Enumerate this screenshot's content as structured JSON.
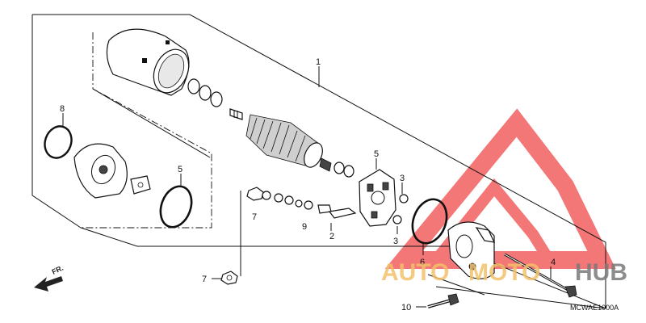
{
  "diagram": {
    "callouts": [
      {
        "id": "1",
        "label": "1"
      },
      {
        "id": "2",
        "label": "2"
      },
      {
        "id": "3a",
        "label": "3"
      },
      {
        "id": "3b",
        "label": "3"
      },
      {
        "id": "4",
        "label": "4"
      },
      {
        "id": "5a",
        "label": "5"
      },
      {
        "id": "5b",
        "label": "5"
      },
      {
        "id": "6",
        "label": "6"
      },
      {
        "id": "7a",
        "label": "7"
      },
      {
        "id": "7b",
        "label": "7"
      },
      {
        "id": "8",
        "label": "8"
      },
      {
        "id": "9",
        "label": "9"
      },
      {
        "id": "10",
        "label": "10"
      }
    ],
    "direction_label": "FR.",
    "diagram_code": "MCWAE1000A",
    "watermark": {
      "part1": "AUTO",
      "part2": "MOTO",
      "part3": "HUB",
      "color_primary": "#f04a4a",
      "color_secondary": "#f3c06a"
    }
  }
}
